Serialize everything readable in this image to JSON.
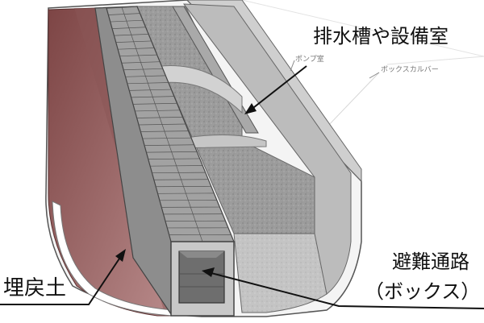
{
  "labels": {
    "drainage": "排水槽や設備室",
    "evacuation_line1": "避難通路",
    "evacuation_line2": "（ボックス）",
    "backfill": "埋戻土",
    "pump_room": "ポンプ室",
    "box_culvert": "ボックスカルバー"
  },
  "colors": {
    "backfill": "#9c6060",
    "gravel": "#9a9a9a",
    "shell": "#f2f2f2",
    "concrete": "#bdbdbd"
  }
}
